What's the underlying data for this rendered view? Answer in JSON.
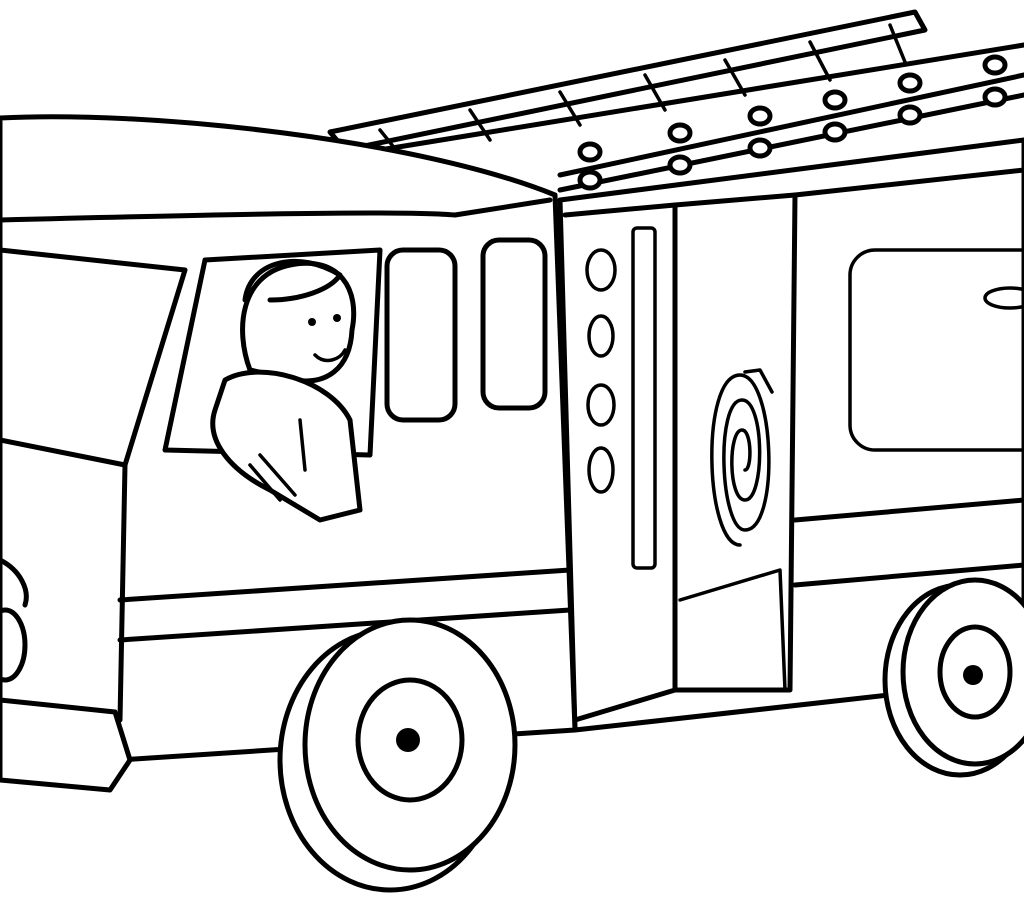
{
  "image": {
    "icon": "fire-truck-coloring-page",
    "line_color": "#000000",
    "background_color": "#ffffff",
    "width": 1024,
    "height": 900
  }
}
